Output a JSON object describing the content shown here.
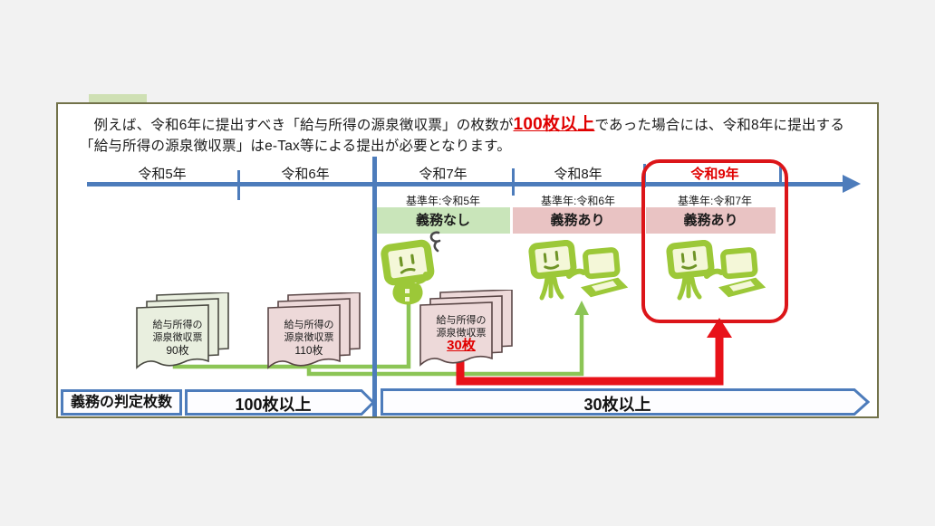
{
  "intro": {
    "text_before": "例えば、令和6年に提出すべき「給与所得の源泉徴収票」の枚数が",
    "highlight": "100枚以上",
    "text_after": "であった場合には、令和8年に提出する「給与所得の源泉徴収票」はe-Tax等による提出が必要となります。"
  },
  "timeline": {
    "years": [
      {
        "label": "令和5年"
      },
      {
        "label": "令和6年"
      },
      {
        "label": "令和7年",
        "base": "基準年:令和5年",
        "band": "義務なし",
        "band_status": "none"
      },
      {
        "label": "令和8年",
        "base": "基準年:令和6年",
        "band": "義務あり",
        "band_status": "required"
      },
      {
        "label": "令和9年",
        "base": "基準年:令和7年",
        "band": "義務あり",
        "band_status": "required",
        "highlighted": true
      }
    ]
  },
  "documents": [
    {
      "line1": "給与所得の",
      "line2": "源泉徴収票",
      "count": "90枚",
      "paper_color": "green"
    },
    {
      "line1": "給与所得の",
      "line2": "源泉徴収票",
      "count": "110枚",
      "paper_color": "pink"
    },
    {
      "line1": "給与所得の",
      "line2": "源泉徴収票",
      "count": "30枚",
      "paper_color": "pink",
      "count_highlighted": true
    }
  ],
  "judgment_bar": {
    "label": "義務の判定枚数",
    "range1": "100枚以上",
    "range2": "30枚以上"
  },
  "icons": {
    "mascot1": "etax-mascot-thinking-icon",
    "mascot2": "etax-mascot-with-laptop-icon",
    "mascot3": "etax-mascot-with-laptop-icon"
  },
  "colors": {
    "timeline_blue": "#4d7cbb",
    "highlight_red": "#e00000",
    "band_green": "#c9e5ba",
    "band_pink": "#e9c3c3",
    "mascot_green": "#9cc838",
    "connector_green": "#8cc556",
    "connector_red": "#e81219",
    "panel_border_olive": "#72724a",
    "background_gray": "#f2f2f2"
  }
}
